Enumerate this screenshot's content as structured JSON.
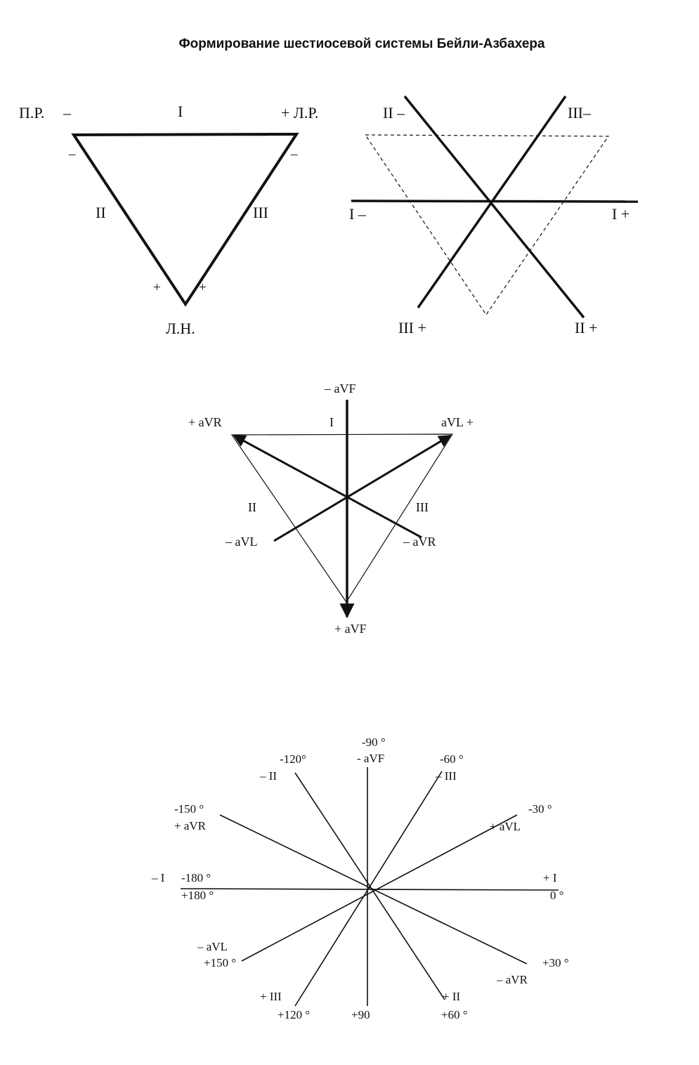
{
  "title": "Формирование шестиосевой системы Бейли-Азбахера",
  "triangle": {
    "pr_label": "П.Р.",
    "pr_sign": "–",
    "lr_label": "+ Л.Р.",
    "ln_label": "Л.Н.",
    "side_top": "I",
    "side_left": "II",
    "side_right": "III",
    "sign_minus_left": "–",
    "sign_minus_right": "–",
    "sign_plus_left": "+",
    "sign_plus_right": "+"
  },
  "axes_cross": {
    "ii_minus": "II –",
    "iii_minus": "III–",
    "i_minus": "I –",
    "i_plus": "I +",
    "iii_plus": "III +",
    "ii_plus": "II +"
  },
  "augmented": {
    "minus_avf": "– aVF",
    "plus_avr": "+  aVR",
    "side_i": "I",
    "avl_plus": "aVL  +",
    "side_ii": "II",
    "side_iii": "III",
    "minus_avl": "–  aVL",
    "minus_avr": "–  aVR",
    "plus_avf": "+ aVF"
  },
  "hexaxial": {
    "deg_m90": "-90 °",
    "lead_m_avf": "- aVF",
    "deg_m120": "-120°",
    "lead_m_ii": "– II",
    "deg_m60": "-60 °",
    "lead_m_iii": "– III",
    "deg_m150": "-150 °",
    "lead_p_avr": "+ aVR",
    "deg_m30": "-30 °",
    "lead_p_avl": "+ aVL",
    "lead_m_i": "– I",
    "deg_m180": "-180 °",
    "deg_p180": "+180 °",
    "lead_p_i": "+ I",
    "deg_0": "0 °",
    "lead_m_avl": "– aVL",
    "deg_p150": "+150 °",
    "deg_p30": "+30 °",
    "lead_m_avr": "–  aVR",
    "lead_p_iii": "+ III",
    "deg_p120": "+120 °",
    "deg_p90": "+90",
    "lead_p_ii": "+ II",
    "deg_p60": "+60 °"
  }
}
